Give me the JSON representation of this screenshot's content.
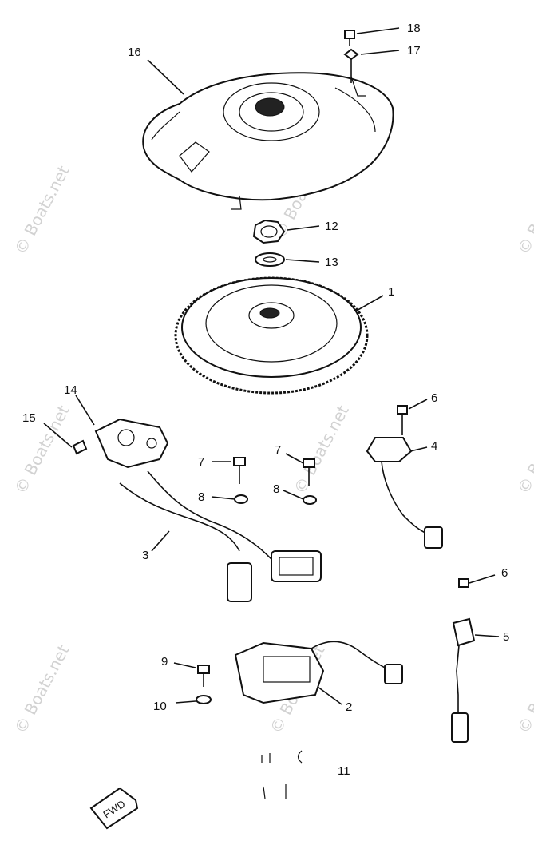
{
  "watermark": "© Boats.net",
  "callouts": [
    {
      "id": "c18",
      "text": "18"
    },
    {
      "id": "c17",
      "text": "17"
    },
    {
      "id": "c16",
      "text": "16"
    },
    {
      "id": "c12",
      "text": "12"
    },
    {
      "id": "c13",
      "text": "13"
    },
    {
      "id": "c1",
      "text": "1"
    },
    {
      "id": "c14",
      "text": "14"
    },
    {
      "id": "c15",
      "text": "15"
    },
    {
      "id": "c6a",
      "text": "6"
    },
    {
      "id": "c4",
      "text": "4"
    },
    {
      "id": "c7a",
      "text": "7"
    },
    {
      "id": "c7b",
      "text": "7"
    },
    {
      "id": "c8a",
      "text": "8"
    },
    {
      "id": "c8b",
      "text": "8"
    },
    {
      "id": "c3",
      "text": "3"
    },
    {
      "id": "c6b",
      "text": "6"
    },
    {
      "id": "c5",
      "text": "5"
    },
    {
      "id": "c9",
      "text": "9"
    },
    {
      "id": "c10",
      "text": "10"
    },
    {
      "id": "c2",
      "text": "2"
    },
    {
      "id": "c11",
      "text": "11"
    }
  ],
  "fwd_label": "FWD"
}
